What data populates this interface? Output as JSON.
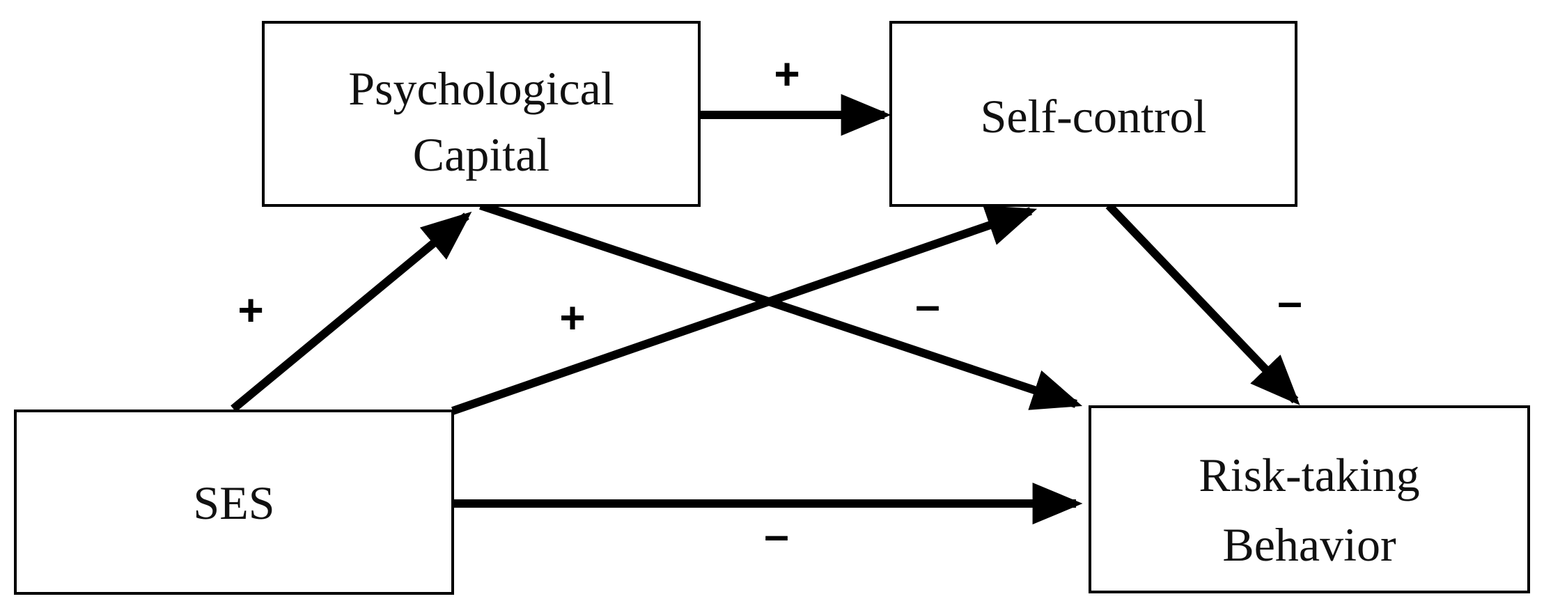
{
  "nodes": {
    "psychological_capital": {
      "line1": "Psychological",
      "line2": "Capital"
    },
    "self_control": {
      "line1": "Self-control"
    },
    "ses": {
      "line1": "SES"
    },
    "risk_taking": {
      "line1": "Risk-taking",
      "line2": "Behavior"
    }
  },
  "edges": {
    "pc_to_sc": {
      "from": "Psychological Capital",
      "to": "Self-control",
      "sign": "+"
    },
    "ses_to_pc": {
      "from": "SES",
      "to": "Psychological Capital",
      "sign": "+"
    },
    "ses_to_sc": {
      "from": "SES",
      "to": "Self-control",
      "sign": "+"
    },
    "pc_to_rtb": {
      "from": "Psychological Capital",
      "to": "Risk-taking Behavior",
      "sign": "–"
    },
    "sc_to_rtb": {
      "from": "Self-control",
      "to": "Risk-taking Behavior",
      "sign": "–"
    },
    "ses_to_rtb": {
      "from": "SES",
      "to": "Risk-taking Behavior",
      "sign": "–"
    }
  },
  "colors": {
    "stroke": "#000000",
    "background": "#ffffff"
  }
}
